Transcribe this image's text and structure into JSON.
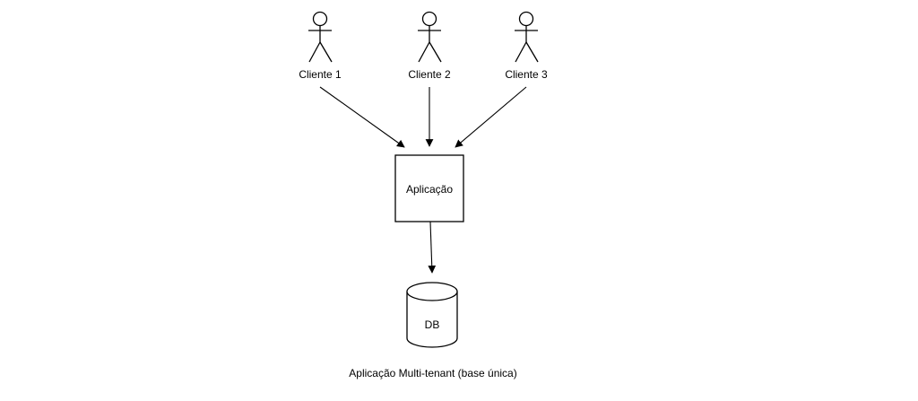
{
  "actors": [
    {
      "name": "Cliente 1"
    },
    {
      "name": "Cliente 2"
    },
    {
      "name": "Cliente 3"
    }
  ],
  "app_box": {
    "label": "Aplicação"
  },
  "database": {
    "label": "DB"
  },
  "caption": "Aplicação Multi-tenant (base única)",
  "colors": {
    "stroke": "#000000",
    "fill": "#ffffff",
    "text": "#000000"
  },
  "icons": {
    "actor": "person-stick-figure-icon",
    "database": "database-cylinder-icon",
    "arrowhead": "arrowhead-icon"
  }
}
